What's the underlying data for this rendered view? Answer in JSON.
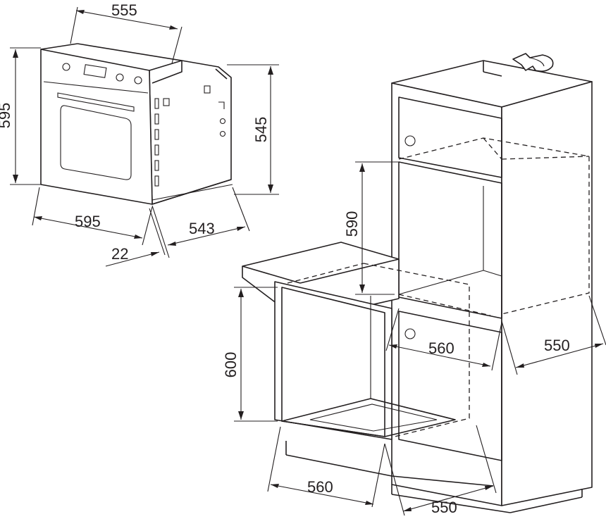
{
  "dimensions": {
    "oven_top_depth": "555",
    "oven_height": "595",
    "oven_body_height": "545",
    "oven_width": "595",
    "oven_body_depth": "543",
    "front_panel_thickness": "22",
    "tall_cabinet_niche_height": "590",
    "tall_cabinet_niche_width": "560",
    "tall_cabinet_niche_depth": "550",
    "undercounter_niche_height": "600",
    "undercounter_niche_width": "560",
    "undercounter_niche_depth": "550"
  },
  "colors": {
    "line": "#231f20",
    "background": "#ffffff"
  }
}
